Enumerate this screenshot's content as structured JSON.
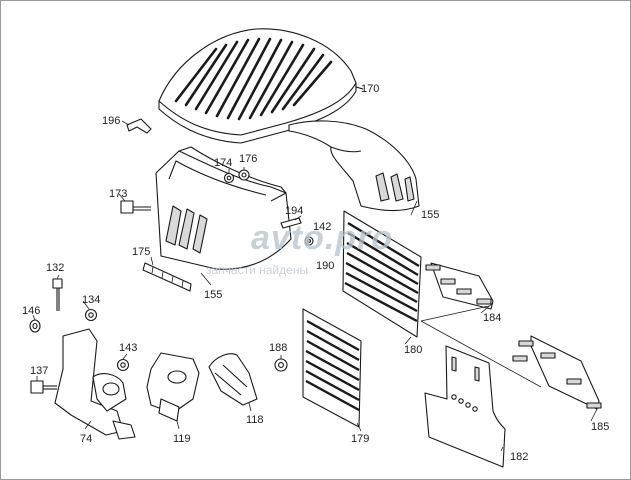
{
  "diagram": {
    "callouts": {
      "p170": "170",
      "p196": "196",
      "p174": "174",
      "p176": "176",
      "p173": "173",
      "p194": "194",
      "p142": "142",
      "p155a": "155",
      "p155b": "155",
      "p175": "175",
      "p190": "190",
      "p132": "132",
      "p134": "134",
      "p146": "146",
      "p143": "143",
      "p137": "137",
      "p188": "188",
      "p180": "180",
      "p184": "184",
      "p185": "185",
      "p74": "74",
      "p119": "119",
      "p118": "118",
      "p179": "179",
      "p182": "182"
    },
    "watermark": {
      "brand": "avto.pro",
      "tagline": "запчасти найдены"
    },
    "colors": {
      "line": "#1a1a1a",
      "fill": "#ffffff",
      "shade": "#d9d9d9",
      "watermark": "#b8c2cc"
    }
  }
}
